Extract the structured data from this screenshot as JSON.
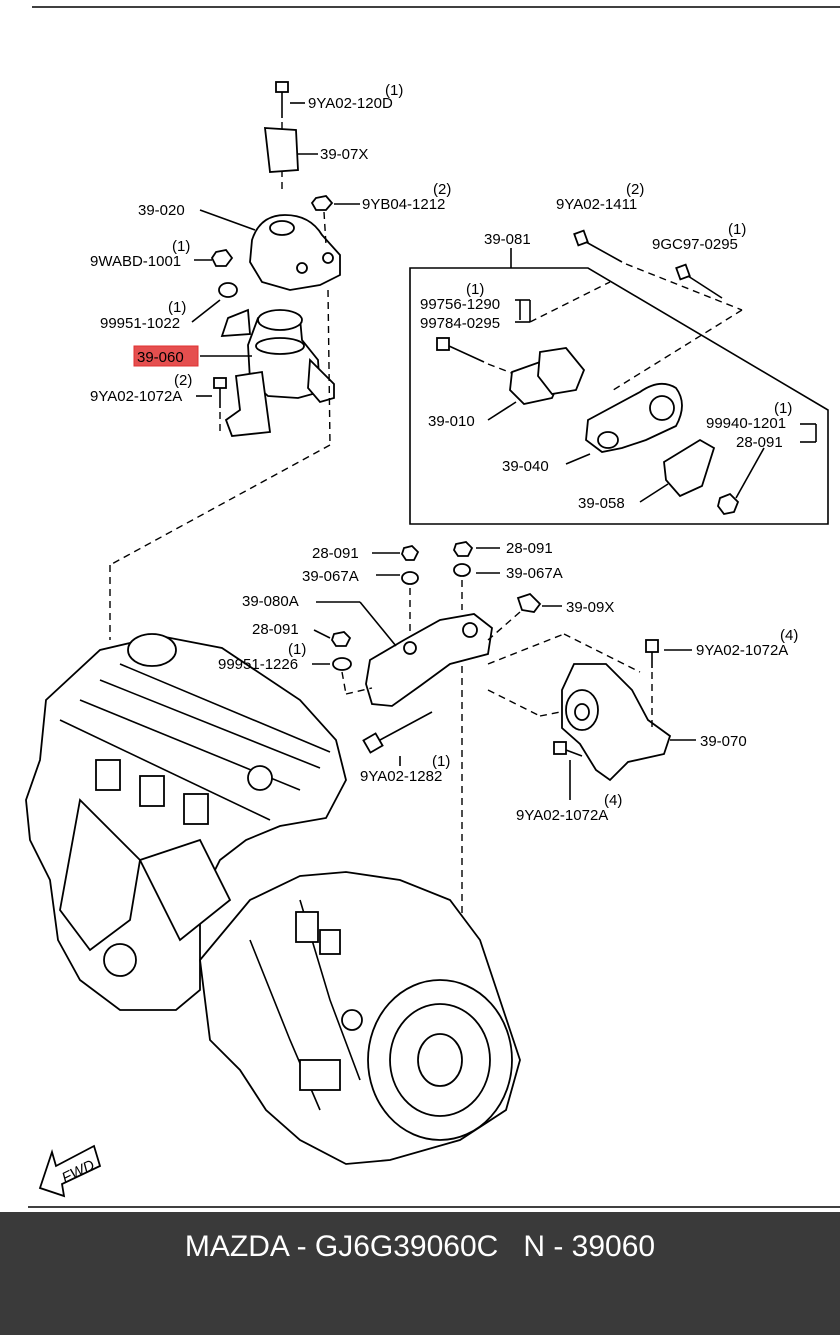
{
  "diagram": {
    "top_labels": {
      "bolt_top": "9YA02-120D",
      "bolt_top_qty": "(1)",
      "bracket_top": "39-07X",
      "nut_yb": "9YB04-1212",
      "nut_yb_qty": "(2)",
      "mount_020": "39-020",
      "nut_wabd": "9WABD-1001",
      "nut_wabd_qty": "(1)",
      "washer_99951_1022": "99951-1022",
      "washer_99951_1022_qty": "(1)",
      "highlighted_part": "39-060",
      "bolt_1072_left": "9YA02-1072A",
      "bolt_1072_left_qty": "(2)"
    },
    "box_labels": {
      "assembly_081": "39-081",
      "bolt_1411": "9YA02-1411",
      "bolt_1411_qty": "(2)",
      "bolt_0295": "9GC97-0295",
      "bolt_0295_qty": "(1)",
      "bolt_99756": "99756-1290",
      "bolt_99756_qty": "(1)",
      "bolt_99784": "99784-0295",
      "part_010": "39-010",
      "part_040": "39-040",
      "nut_99940": "99940-1201",
      "nut_99940_qty": "(1)",
      "nut_28091_box": "28-091",
      "plate_058": "39-058"
    },
    "lower_labels": {
      "nut_28091_a": "28-091",
      "nut_28091_b": "28-091",
      "washer_067a_left": "39-067A",
      "washer_067a_right": "39-067A",
      "bracket_080a": "39-080A",
      "clip_09x": "39-09X",
      "nut_28091_c": "28-091",
      "nut_28091_c_qty": "(1)",
      "washer_1226": "99951-1226",
      "bolt_1072_right_top": "9YA02-1072A",
      "bolt_1072_right_top_qty": "(4)",
      "mount_070": "39-070",
      "bolt_1282": "9YA02-1282",
      "bolt_1282_qty": "(1)",
      "bolt_1072_right_bottom": "9YA02-1072A",
      "bolt_1072_right_bottom_qty": "(4)"
    },
    "fwd_arrow": "FWD",
    "highlight_color": "#e03030"
  },
  "footer": {
    "text": "MAZDA - GJ6G39060C   N - 39060"
  }
}
